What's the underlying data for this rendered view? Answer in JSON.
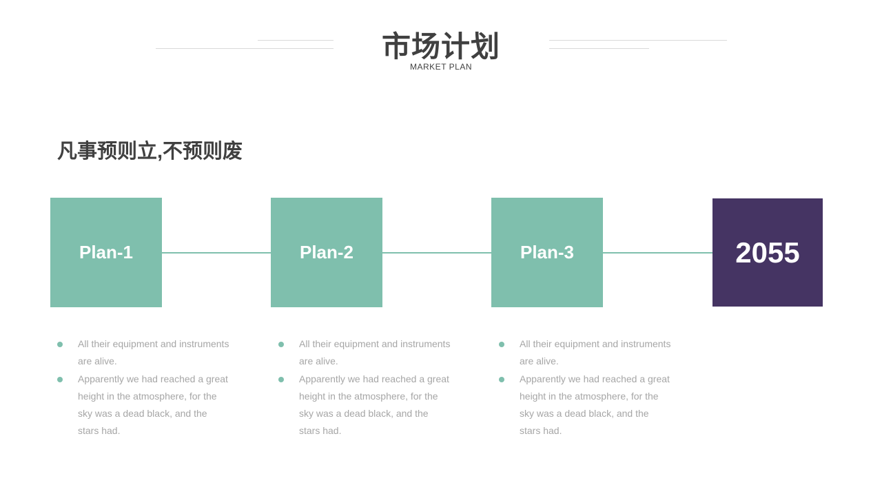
{
  "header": {
    "title": "市场计划",
    "subtitle": "MARKET PLAN"
  },
  "heading": "凡事预则立,不预则废",
  "colors": {
    "plan_fill": "#7fbfad",
    "year_fill": "#453463",
    "connector": "#7fbfad",
    "bullet_dot": "#7fbfad",
    "bullet_text": "#a6a6a6",
    "title_text": "#404040",
    "deco_line": "#d9d9d9"
  },
  "timeline": {
    "plans": [
      {
        "label": "Plan-1",
        "bullets": [
          "All their equipment and instruments are alive.",
          "Apparently we had reached a great height in the atmosphere, for the sky was a dead black, and the stars had."
        ]
      },
      {
        "label": "Plan-2",
        "bullets": [
          "All their equipment and instruments are alive.",
          "Apparently we had reached a great height in the atmosphere, for the sky was a dead black, and the stars had."
        ]
      },
      {
        "label": "Plan-3",
        "bullets": [
          "All their equipment and instruments are alive.",
          "Apparently we had reached a great height in the atmosphere, for the sky was a dead black, and the stars had."
        ]
      }
    ],
    "year": "2055"
  }
}
